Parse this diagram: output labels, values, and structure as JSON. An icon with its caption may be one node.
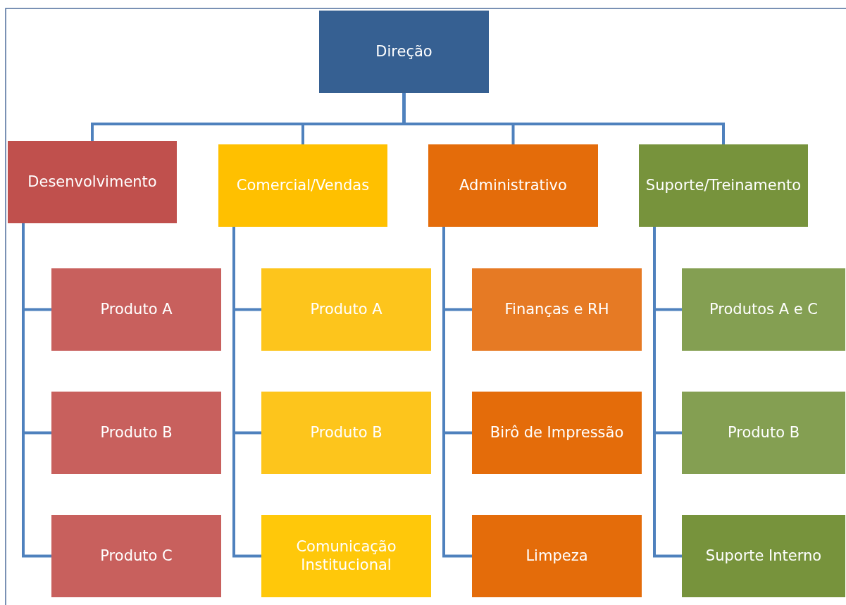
{
  "diagram": {
    "nodes": [
      {
        "text": [
          "Direção"
        ]
      },
      {
        "text": [
          "Desenvolvimento"
        ]
      },
      {
        "text": [
          "Comercial/Vendas"
        ]
      },
      {
        "text": [
          "Administrativo"
        ]
      },
      {
        "text": [
          "Suporte/Treinamento"
        ]
      },
      {
        "text": [
          "Produto A"
        ]
      },
      {
        "text": [
          "Produto B"
        ]
      },
      {
        "text": [
          "Produto C"
        ]
      },
      {
        "text": [
          "Produto A"
        ]
      },
      {
        "text": [
          "Produto B"
        ]
      },
      {
        "text": [
          "Comunicação Institucional"
        ]
      },
      {
        "text": [
          "Finanças e RH"
        ]
      },
      {
        "text": [
          "Birô de Impressão"
        ]
      },
      {
        "text": [
          "Limpeza"
        ]
      },
      {
        "text": [
          "Produtos A e C"
        ]
      },
      {
        "text": [
          "Produto B"
        ]
      },
      {
        "text": [
          "Suporte Interno"
        ]
      }
    ],
    "edges": [
      {
        "from": 0,
        "to": 1,
        "arrow": "none"
      },
      {
        "from": 0,
        "to": 2,
        "arrow": "none"
      },
      {
        "from": 0,
        "to": 3,
        "arrow": "none"
      },
      {
        "from": 0,
        "to": 4,
        "arrow": "none"
      },
      {
        "from": 1,
        "to": 5,
        "arrow": "none"
      },
      {
        "from": 1,
        "to": 6,
        "arrow": "none"
      },
      {
        "from": 1,
        "to": 7,
        "arrow": "none"
      },
      {
        "from": 2,
        "to": 8,
        "arrow": "none"
      },
      {
        "from": 2,
        "to": 9,
        "arrow": "none"
      },
      {
        "from": 2,
        "to": 10,
        "arrow": "none"
      },
      {
        "from": 3,
        "to": 11,
        "arrow": "none"
      },
      {
        "from": 3,
        "to": 12,
        "arrow": "none"
      },
      {
        "from": 3,
        "to": 13,
        "arrow": "none"
      },
      {
        "from": 4,
        "to": 14,
        "arrow": "none"
      },
      {
        "from": 4,
        "to": 15,
        "arrow": "none"
      },
      {
        "from": 4,
        "to": 16,
        "arrow": "none"
      }
    ]
  }
}
